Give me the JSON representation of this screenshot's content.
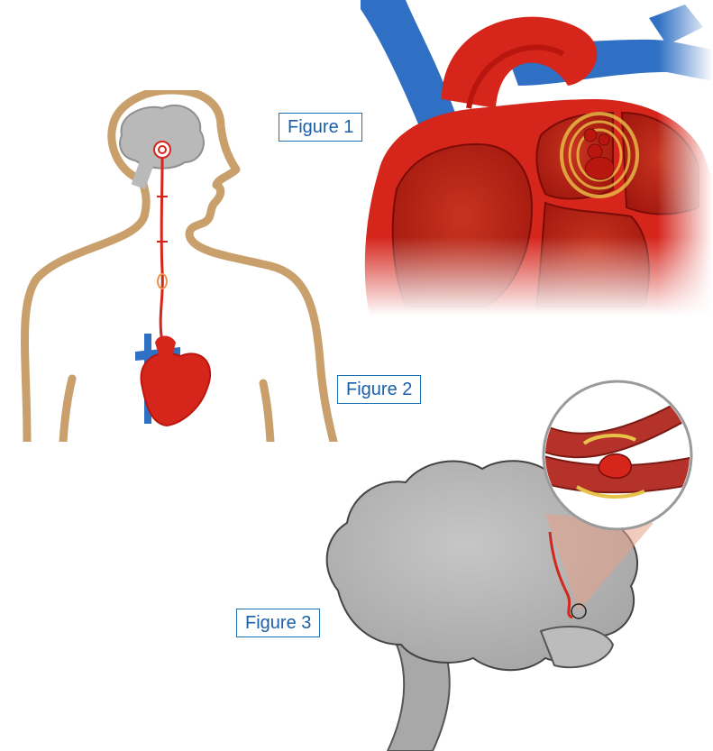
{
  "labels": {
    "figure_1": "Figure 1",
    "figure_2": "Figure 2",
    "figure_3": "Figure 3"
  },
  "colors": {
    "body_outline": "#c9a06b",
    "heart_red": "#d6261c",
    "heart_dark": "#b8160f",
    "vein_blue": "#2f6fc4",
    "brain_gray": "#b9b9b9",
    "label_border": "#1a6fb5",
    "label_text": "#1a5fa8",
    "clot_glow": "#e8c34a"
  }
}
